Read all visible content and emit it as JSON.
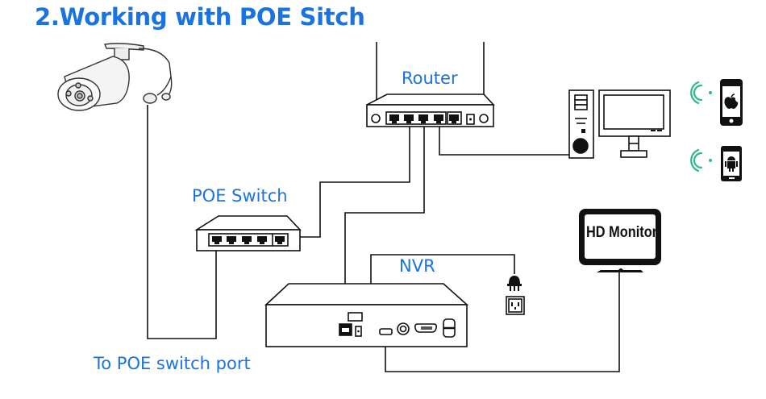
{
  "title": "2.Working with POE Sitch",
  "labels": {
    "router": "Router",
    "poe_switch": "POE Switch",
    "nvr": "NVR",
    "poe_port": "To POE switch port",
    "hd_monitor": "HD Monitor"
  },
  "devices": [
    {
      "name": "IP Camera",
      "icon": "bullet-camera-icon"
    },
    {
      "name": "Router",
      "icon": "router-icon",
      "lan_ports": 4,
      "wan_ports": 1
    },
    {
      "name": "Desktop PC",
      "icon": "desktop-computer-icon"
    },
    {
      "name": "iPhone",
      "icon": "apple-phone-icon"
    },
    {
      "name": "Android phone",
      "icon": "android-phone-icon"
    },
    {
      "name": "POE Switch",
      "icon": "poe-switch-icon",
      "ports": 5
    },
    {
      "name": "NVR",
      "icon": "nvr-icon"
    },
    {
      "name": "Power plug",
      "icon": "power-plug-icon"
    },
    {
      "name": "Wall outlet",
      "icon": "wall-outlet-icon"
    },
    {
      "name": "HD Monitor",
      "icon": "monitor-icon"
    }
  ],
  "colors": {
    "accent": "#1a73e0",
    "wifi": "#2bb98e",
    "line": "#111111"
  }
}
